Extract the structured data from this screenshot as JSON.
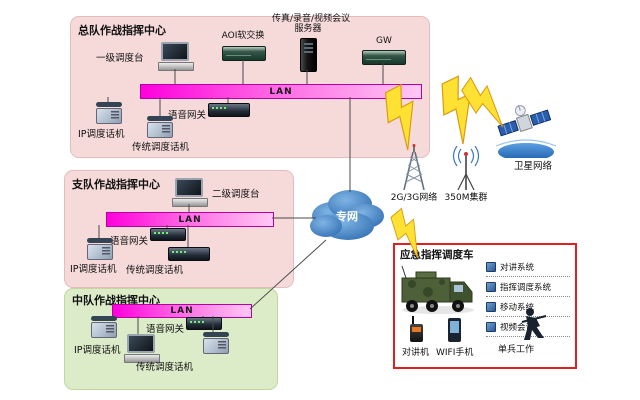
{
  "hq": {
    "title": "总队作战指挥中心",
    "console_label": "一级调度台",
    "aoi_label": "AOI软交换",
    "fax_line1": "传真/录音/视频会议",
    "fax_line2": "服务器",
    "gw_label": "GW",
    "lan_label": "LAN",
    "voice_gateway_label": "语音网关",
    "ip_phone_label": "IP调度话机",
    "traditional_phone_label": "传统调度话机"
  },
  "detachment": {
    "title": "支队作战指挥中心",
    "console_label": "二级调度台",
    "lan_label": "LAN",
    "voice_gateway_label": "语音网关",
    "ip_phone_label": "IP调度话机",
    "traditional_phone_label": "传统调度话机"
  },
  "squadron": {
    "title": "中队作战指挥中心",
    "lan_label": "LAN",
    "voice_gateway_label": "语音网关",
    "ip_phone_label": "IP调度话机",
    "traditional_phone_label": "传统调度话机"
  },
  "wan": {
    "cloud_label": "专网",
    "cellular_label": "2G/3G网络",
    "trunking_label": "350M集群",
    "satellite_label": "卫星网络"
  },
  "vehicle": {
    "title": "应急指挥调度车",
    "systems": [
      "对讲系统",
      "指挥调度系统",
      "移动系统",
      "视频会议"
    ],
    "device_labels": [
      "对讲机",
      "WIFI手机",
      "单兵工作"
    ]
  },
  "colors": {
    "hq_box": "#f6dada",
    "detachment_box": "#f6dada",
    "squadron_box": "#dcebc8",
    "lan_gradient_start": "#ff00dd",
    "lan_gradient_end": "#ffc8f4",
    "cloud_blue": "#4d8fd1",
    "vehicle_border": "#e02020",
    "lightning_yellow": "#ffe133"
  }
}
